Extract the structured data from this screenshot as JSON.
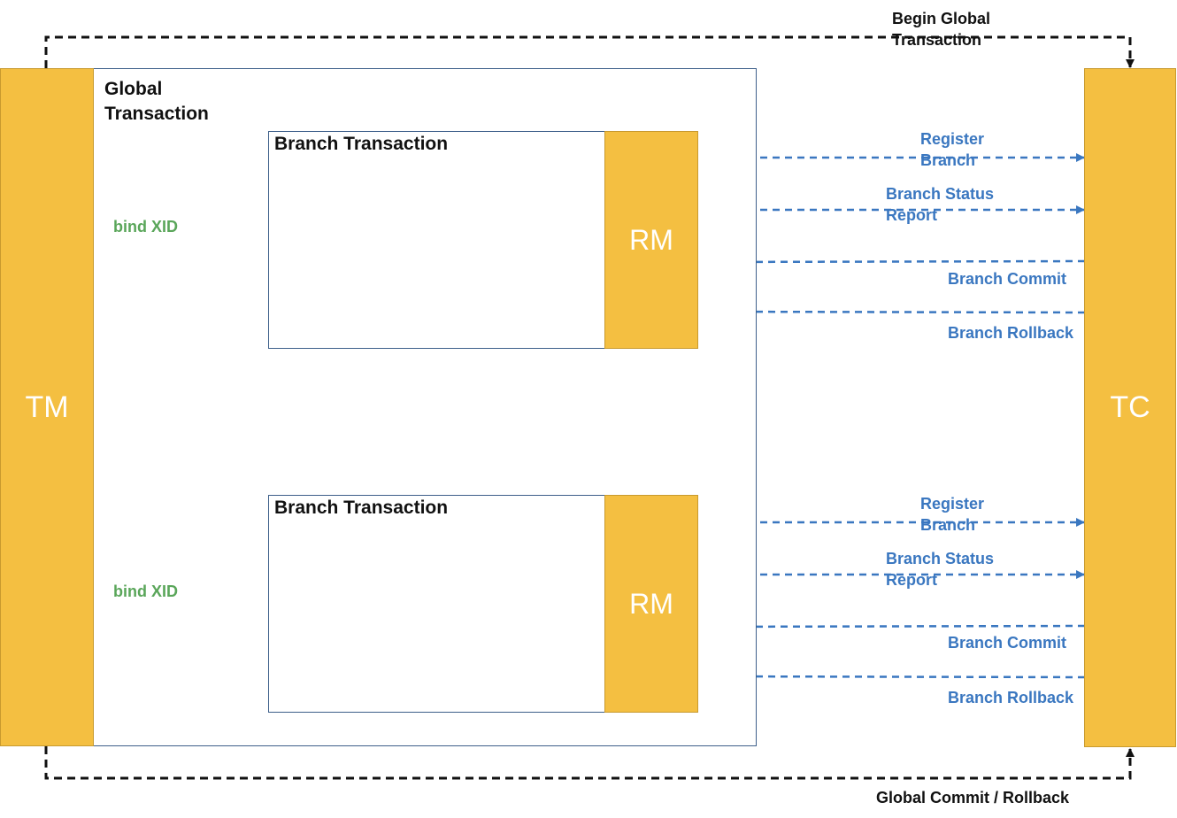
{
  "tm": {
    "label": "TM"
  },
  "tc": {
    "label": "TC"
  },
  "global_transaction": {
    "title_line1": "Global",
    "title_line2": "Transaction"
  },
  "branches": [
    {
      "title": "Branch Transaction",
      "rm_label": "RM",
      "bind_label": "bind XID",
      "register_line1": "Register",
      "register_line2": "Branch",
      "status_line1": "Branch Status",
      "status_line2": "Report",
      "commit": "Branch Commit",
      "rollback": "Branch Rollback"
    },
    {
      "title": "Branch Transaction",
      "rm_label": "RM",
      "bind_label": "bind XID",
      "register_line1": "Register",
      "register_line2": "Branch",
      "status_line1": "Branch Status",
      "status_line2": "Report",
      "commit": "Branch Commit",
      "rollback": "Branch Rollback"
    }
  ],
  "top_flow": {
    "line1": "Begin Global",
    "line2": "Transaction"
  },
  "bottom_flow": {
    "label": "Global Commit / Rollback"
  },
  "colors": {
    "block_fill": "#f4bf41",
    "box_border": "#3d5f8a",
    "blue_flow": "#3a77c0",
    "green_flow": "#5aa65a",
    "black_flow": "#111111"
  }
}
